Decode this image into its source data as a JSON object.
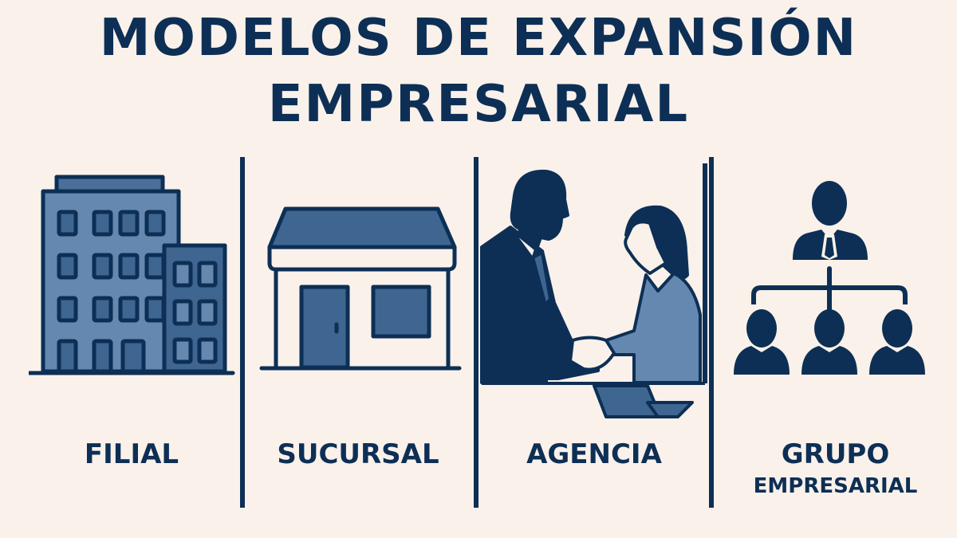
{
  "title": {
    "line1": "MODELOS DE EXPANSIÓN",
    "line2": "EMPRESARIAL"
  },
  "colors": {
    "background": "#f9f1ea",
    "navy": "#0d2f55",
    "mid_blue": "#3e6690",
    "light_blue": "#6488b0"
  },
  "panels": [
    {
      "label": "FILIAL",
      "icon": "office-buildings-icon"
    },
    {
      "label": "SUCURSAL",
      "icon": "storefront-icon"
    },
    {
      "label": "AGENCIA",
      "icon": "handshake-icon"
    },
    {
      "label": "GRUPO",
      "sublabel": "EMPRESARIAL",
      "icon": "org-chart-icon"
    }
  ]
}
